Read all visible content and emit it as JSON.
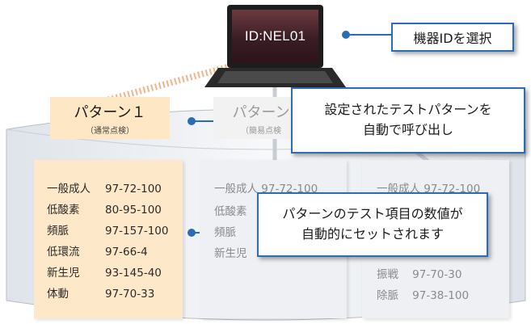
{
  "laptop": {
    "screen_text": "ID:NEL01"
  },
  "callouts": {
    "device": "機器IDを選択",
    "pattern_line1": "設定されたテストパターンを",
    "pattern_line2": "自動で呼び出し",
    "values_line1": "パターンのテスト項目の数値が",
    "values_line2": "自動的にセットされます"
  },
  "tabs": [
    {
      "title": "パターン１",
      "subtitle": "（通常点検）"
    },
    {
      "title": "パターン",
      "subtitle": "（簡易点検"
    }
  ],
  "cards": [
    {
      "rows": [
        {
          "label": "一般成人",
          "value": "97-72-100"
        },
        {
          "label": "低酸素",
          "value": "80-95-100"
        },
        {
          "label": "頻脈",
          "value": "97-157-100"
        },
        {
          "label": "低環流",
          "value": "97-66-4"
        },
        {
          "label": "新生児",
          "value": "93-145-40"
        },
        {
          "label": "体動",
          "value": "97-70-33"
        }
      ]
    },
    {
      "rows": [
        {
          "label": "一般成人",
          "value": "97-72-100"
        },
        {
          "label": "低酸素",
          "value": ""
        },
        {
          "label": "頻脈",
          "value": ""
        },
        {
          "label": "新生児",
          "value": ""
        }
      ]
    },
    {
      "rows": [
        {
          "label": "一般成人",
          "value": "97-72-100"
        },
        {
          "label": "振戦",
          "value": "97-70-30"
        },
        {
          "label": "除脈",
          "value": "97-38-100"
        }
      ]
    }
  ],
  "colors": {
    "accent": "#2b6cb5",
    "active_tab": "#fde7c4",
    "active_card": "#fde9ca",
    "inactive_card": "#eef0f4"
  }
}
